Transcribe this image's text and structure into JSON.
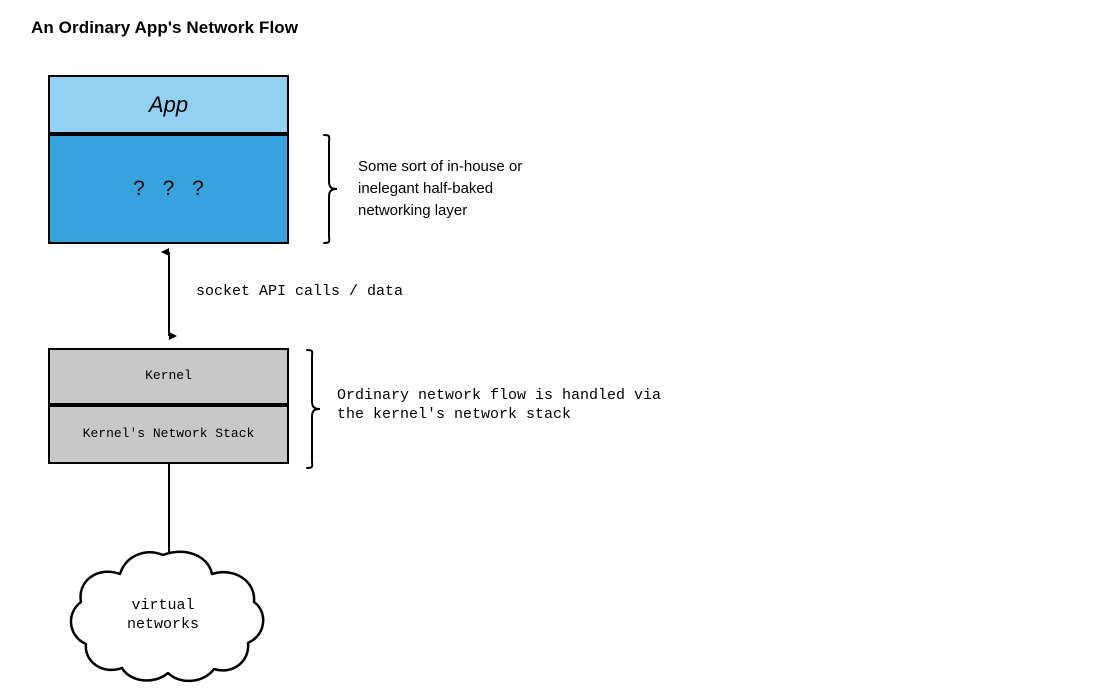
{
  "title": "An Ordinary App's Network Flow",
  "app_stack": {
    "app_box": {
      "label": "App"
    },
    "inhouse_layer_box": {
      "label": "? ? ?"
    },
    "annotation": "Some sort of in-house or\ninelegant half-baked\nnetworking layer"
  },
  "socket_arrow": {
    "label": "socket API calls / data"
  },
  "kernel_stack": {
    "kernel_box": {
      "label": "Kernel"
    },
    "netstack_box": {
      "label": "Kernel's Network Stack"
    },
    "annotation": "Ordinary network flow is handled via\nthe kernel's network stack"
  },
  "cloud": {
    "label": "virtual\nnetworks"
  },
  "colors": {
    "app_fill": "#93d1f2",
    "inhouse_fill": "#36a3df",
    "kernel_fill": "#c8c8c8",
    "stroke": "#000000",
    "background": "#ffffff"
  }
}
